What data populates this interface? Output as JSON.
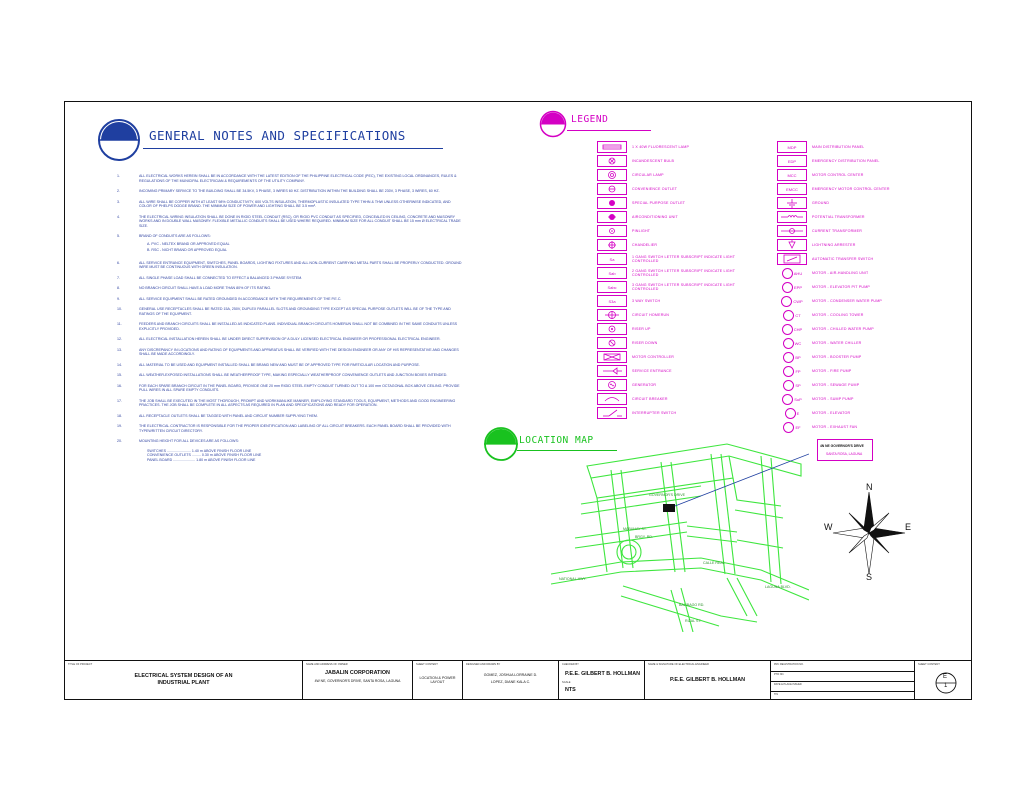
{
  "general_notes": {
    "title": "GENERAL NOTES AND SPECIFICATIONS",
    "items": [
      {
        "num": "1.",
        "text": "ALL ELECTRICAL WORKS HEREIN SHALL BE IN ACCORDANCE WITH THE LATEST EDITION OF THE PHILIPPINE ELECTRICAL CODE (PEC), THE EXISTING LOCAL ORDINANCES, RULES & REGULATIONS OF THE MUNICIPAL ELECTRICIAN & REQUIREMENTS OF THE UTILITY COMPANY."
      },
      {
        "num": "2.",
        "text": "INCOMING PRIMARY SERVICE TO THE BUILDING SHALL BE 34.5KV, 3 PHASE, 3 WIRES 60 HZ. DISTRIBUTION WITHIN THE BUILDING SHALL BE 230V, 3 PHASE, 3 WIRES, 60 HZ."
      },
      {
        "num": "3.",
        "text": "ALL WIRE SHALL BE COPPER WITH AT LEAST 98% CONDUCTIVITY, 600 VOLTS INSULATION, THERMOPLASTIC INSULATED TYPE THHN & THW UNLESS OTHERWISE INDICATED, AND COLOR OF PHELPS DODGE BRAND. THE MINIMUM SIZE OF POWER AND LIGHTING SHALL BE 3.5 mm²."
      },
      {
        "num": "4.",
        "text": "THE ELECTRICAL WIRING INSULATION SHALL BE DONE IN RIGID STEEL CONDUIT (RSC), OR RIGID PVC CONDUIT AS SPECIFIED, CONCEALED IN CEILING, CONCRETE AND MASONRY WORKS AND IN DOUBLE WALL MASONRY. FLEXIBLE METALLIC CONDUITS SHALL BE USED WHERE REQUIRED. MINIMUM SIZE FOR ALL CONDUIT SHALL BE 15 mm Ø ELECTRICAL TRADE SIZE."
      },
      {
        "num": "5.",
        "text": "BRAND OF CONDUITS ARE AS FOLLOWS:",
        "sub": [
          "A.   PVC - NELTEX BRAND OR APPROVED EQUAL",
          "B.   RSC - NICHT BRAND OR APPROVED EQUAL"
        ]
      },
      {
        "num": "6.",
        "text": "ALL SERVICE ENTRANCE EQUIPMENT, SWITCHES, PANEL BOARDS, LIGHTING FIXTURES AND ALL NON-CURRENT CARRYING METAL PARTS SHALL BE PROPERLY CONDUCTED. GROUND WIRE MUST BE CONTINUOUS WITH GREEN INSULATION."
      },
      {
        "num": "7.",
        "text": "ALL SINGLE PHASE LOAD SHALL BE CONNECTED TO EFFECT A BALANCED 3 PHASE SYSTEM."
      },
      {
        "num": "8.",
        "text": "NO BRANCH CIRCUIT SHALL HAVE A LOAD MORE THAN 80% OF ITS RATING."
      },
      {
        "num": "9.",
        "text": "ALL SERVICE EQUIPMENT SHALL BE RATED GROUNDED IN ACCORDANCE WITH THE REQUIREMENTS OF THE P.E.C."
      },
      {
        "num": "10.",
        "text": "GENERAL USE RECEPTACLES SHALL BE RATED 15A, 250V, DUPLEX PARALLEL SLOTS AND GROUNDING TYPE EXCEPT AS SPECIAL PURPOSE OUTLETS WILL BE OF THE TYPE AND RATINGS OF THE EQUIPMENT."
      },
      {
        "num": "11.",
        "text": "FEEDERS AND BRANCH CIRCUITS SHALL BE INSTALLED AS INDICATED PLANS. INDIVIDUAL BRANCH CIRCUITS HOMERUN SHALL NOT BE COMBINED IN THE SAME CONDUITS UNLESS EXPLICITLY PROVIDED."
      },
      {
        "num": "12.",
        "text": "ALL ELECTRICAL INSTALLATION HEREIN SHALL BE UNDER DIRECT SUPERVISION OF A DULY LICENSED ELECTRICAL ENGINEER OR PROFESSIONAL ELECTRICAL ENGINEER."
      },
      {
        "num": "13.",
        "text": "ANY DISCREPANCY IN LOCATIONS AND RATING OF EQUIPMENTS AND APPARATUS SHALL BE VERIFIED WITH THE DESIGN ENGINEER OR ANY OF HIS REPRESENTATIVE AND CHANGES SHALL BE MADE ACCORDINGLY."
      },
      {
        "num": "14.",
        "text": "ALL MATERIAL TO BE USED AND EQUIPMENT INSTALLED SHALL BE BRAND NEW AND MUST BE OF APPROVED TYPE FOR PARTICULAR LOCATION AND PURPOSE."
      },
      {
        "num": "15.",
        "text": "ALL WEATHER-EXPOSED INSTALLATIONS SHALL BE WEATHERPROOF TYPE, MAKING ESPECIALLY WEATHERPROOF CONVENIENCE OUTLETS AND JUNCTION BOXES INTENDED."
      },
      {
        "num": "16.",
        "text": "FOR EACH SPARE BRANCH CIRCUIT IN THE PANEL BOARD, PROVIDE ONE 20 mm RIGID STEEL EMPTY CONDUIT TURNED OUT TO A 100 mm OCTAGONAL BOX ABOVE CEILING. PROVIDE PULL WIRES IN ALL SPARE EMPTY CONDUITS."
      },
      {
        "num": "17.",
        "text": "THE JOB SHALL BE EXECUTED IN THE MOST THOROUGH, PROMPT AND WORKMANLIKE MANNER, EMPLOYING STANDARD TOOLS, EQUIPMENT, METHODS AND GOOD ENGINEERING PRACTICES. THE JOB SHALL BE COMPLETE IN ALL ASPECTS AS REQUIRED IN PLAN AND SPECIFICATIONS AND READY FOR OPERATION."
      },
      {
        "num": "18.",
        "text": "ALL RECEPTACLE OUTLETS SHALL BE TAGGED WITH PANEL AND CIRCUIT NUMBER SUPPLYING THEM."
      },
      {
        "num": "19.",
        "text": "THE ELECTRICAL CONTRACTOR IS RESPONSIBLE FOR THE PROPER IDENTIFICATION AND LABELING OF ALL CIRCUIT BREAKERS. EACH PANEL BOARD SHALL BE PROVIDED WITH TYPEWRITTEN CIRCUIT DIRECTORY."
      },
      {
        "num": "20.",
        "text": "MOUNTING HEIGHT FOR ALL DEVICES ARE AS FOLLOWS:",
        "sched": [
          "SWITCHES ........................ 1.40 m ABOVE FINISH FLOOR LINE",
          "CONVENIENCE OUTLETS ......... 0.30 m ABOVE FINISH FLOOR LINE",
          "PANEL BOARD ...................... 1.80 m ABOVE FINISH FLOOR LINE"
        ]
      }
    ]
  },
  "legend": {
    "title": "LEGEND",
    "left": [
      {
        "symbol": "fluorescent",
        "label": "1 X 40W FLUORESCENT LAMP"
      },
      {
        "symbol": "incandescent",
        "label": "INCANDESCENT BULB"
      },
      {
        "symbol": "circular",
        "label": "CIRCULAR LAMP"
      },
      {
        "symbol": "convenience",
        "label": "CONVENIENCE OUTLET"
      },
      {
        "symbol": "special",
        "label": "SPECIAL PURPOSE OUTLET"
      },
      {
        "symbol": "aircon",
        "label": "AIRCONDITIONING UNIT"
      },
      {
        "symbol": "pinlight",
        "label": "PINLIGHT"
      },
      {
        "symbol": "chandelier",
        "label": "CHANDELIER"
      },
      {
        "symbol": "sw1",
        "text": "Sa",
        "label": "1 GANG SWITCH LETTER SUBSCRIPT INDICATE LIGHT CONTROLLED"
      },
      {
        "symbol": "sw2",
        "text": "Sab",
        "label": "2 GANG SWITCH LETTER SUBSCRIPT INDICATE LIGHT CONTROLLED"
      },
      {
        "symbol": "sw3",
        "text": "Sabc",
        "label": "3 GANG SWITCH LETTER SUBSCRIPT INDICATE LIGHT CONTROLLED"
      },
      {
        "symbol": "sw3way",
        "text": "S3a",
        "label": "3 WAY SWITCH"
      },
      {
        "symbol": "homerun",
        "label": "CIRCUIT HOMERUN"
      },
      {
        "symbol": "riserup",
        "label": "RISER UP"
      },
      {
        "symbol": "riserdown",
        "label": "RISER DOWN"
      },
      {
        "symbol": "motorctrl",
        "label": "MOTOR CONTROLLER"
      },
      {
        "symbol": "service",
        "label": "SERVICE ENTRANCE"
      },
      {
        "symbol": "generator",
        "label": "GENERATOR"
      },
      {
        "symbol": "breaker",
        "label": "CIRCUIT BREAKER"
      },
      {
        "symbol": "interrupter",
        "label": "INTERRUPTER SWITCH"
      }
    ],
    "right": [
      {
        "symbol": "box",
        "text": "MDP",
        "label": "MAIN DISTRIBUTION PANEL"
      },
      {
        "symbol": "box",
        "text": "EDP",
        "label": "EMERGENCY DISTRIBUTION PANEL"
      },
      {
        "symbol": "box",
        "text": "MCC",
        "label": "MOTOR CONTROL CENTER"
      },
      {
        "symbol": "box",
        "text": "EMCC",
        "label": "EMERGENCY MOTOR CONTROL CENTER"
      },
      {
        "symbol": "ground",
        "label": "GROUND"
      },
      {
        "symbol": "pt",
        "label": "POTENTIAL TRANSFORMER"
      },
      {
        "symbol": "ct",
        "label": "CURRENT TRANSFORMER"
      },
      {
        "symbol": "arrester",
        "label": "LIGHTNING ARRESTER"
      },
      {
        "symbol": "ats",
        "label": "AUTOMATIC TRANSFER SWITCH"
      },
      {
        "symbol": "motor",
        "text": "AHU",
        "label": "MOTOR - AIR-HANDLING UNIT"
      },
      {
        "symbol": "motor",
        "text": "EPP",
        "label": "MOTOR - ELEVATOR PIT PUMP"
      },
      {
        "symbol": "motor",
        "text": "CWP",
        "label": "MOTOR - CONDENSER WATER PUMP"
      },
      {
        "symbol": "motor",
        "text": "CT",
        "label": "MOTOR - COOLING TOWER"
      },
      {
        "symbol": "motor",
        "text": "CHP",
        "label": "MOTOR - CHILLED WATER PUMP"
      },
      {
        "symbol": "motor",
        "text": "WC",
        "label": "MOTOR - WATER CHILLER"
      },
      {
        "symbol": "motor",
        "text": "BP",
        "label": "MOTOR - BOOSTER PUMP"
      },
      {
        "symbol": "motor",
        "text": "FP",
        "label": "MOTOR - FIRE PUMP"
      },
      {
        "symbol": "motor",
        "text": "SP",
        "label": "MOTOR - SEWAGE PUMP"
      },
      {
        "symbol": "motor",
        "text": "SuP",
        "label": "MOTOR - SUMP PUMP"
      },
      {
        "symbol": "motor",
        "text": "E",
        "label": "MOTOR - ELEVATOR"
      },
      {
        "symbol": "motor",
        "text": "EF",
        "label": "MOTOR - EXHAUST FAN"
      }
    ]
  },
  "location_map": {
    "title": "LOCATION MAP",
    "callout": {
      "line1": "4N NE GOVERNOR'S DRIVE",
      "line2": "SANTA ROSA, LAGUNA"
    },
    "streets": [
      "GOVERNOR'S DRIVE",
      "MABUHAY ST.",
      "BRGY. RD.",
      "NATIONAL HWY.",
      "CALLE REAL",
      "BALIBAGO RD.",
      "RIZAL ST.",
      "LAGUNA BLVD."
    ],
    "compass": {
      "n": "N",
      "s": "S",
      "e": "E",
      "w": "W"
    },
    "colors": {
      "green": "#3ee63e",
      "magenta": "#d400c4",
      "blue": "#1f3fa0"
    }
  },
  "title_block": {
    "project_caption": "TITLE OF PROJECT",
    "project": "ELECTRICAL SYSTEM DESIGN OF AN INDUSTRIAL PLANT",
    "owner_caption": "NAME AND ADDRESS OF OWNER",
    "owner": "JABALIN CORPORATION",
    "owner_address": "4W NE, GOVERNOR'S DRIVE, SANTA ROSA, LAGUNA",
    "sheet_caption": "SHEET CONTENT",
    "sheet": "LOCATION & POWER LAYOUT",
    "drawn_caption": "DESIGNED AND DRAWN BY",
    "drawn": "GOMEZ, JOSHUA LORRAINE D.",
    "drawn2": "LOPEZ, DIANE KALA C.",
    "checked_caption": "CHECKED BY",
    "checked": "P.E.E. GILBERT B. HOLLMAN",
    "scale_caption": "SCALE",
    "scale": "NTS",
    "engineer_caption": "NAME & SIGNATURE OF ELECTRICAL ENGINEER",
    "engineer": "P.E.E. GILBERT B. HOLLMAN",
    "reg_caption": "PRC REGISTRATION NO.",
    "lines": [
      "PTR NO.",
      "DATE & PLACE ISSUED",
      "TIN"
    ],
    "sheet_no_caption": "SHEET CONTENT",
    "sheet_no": "E",
    "sheet_total": "1"
  }
}
